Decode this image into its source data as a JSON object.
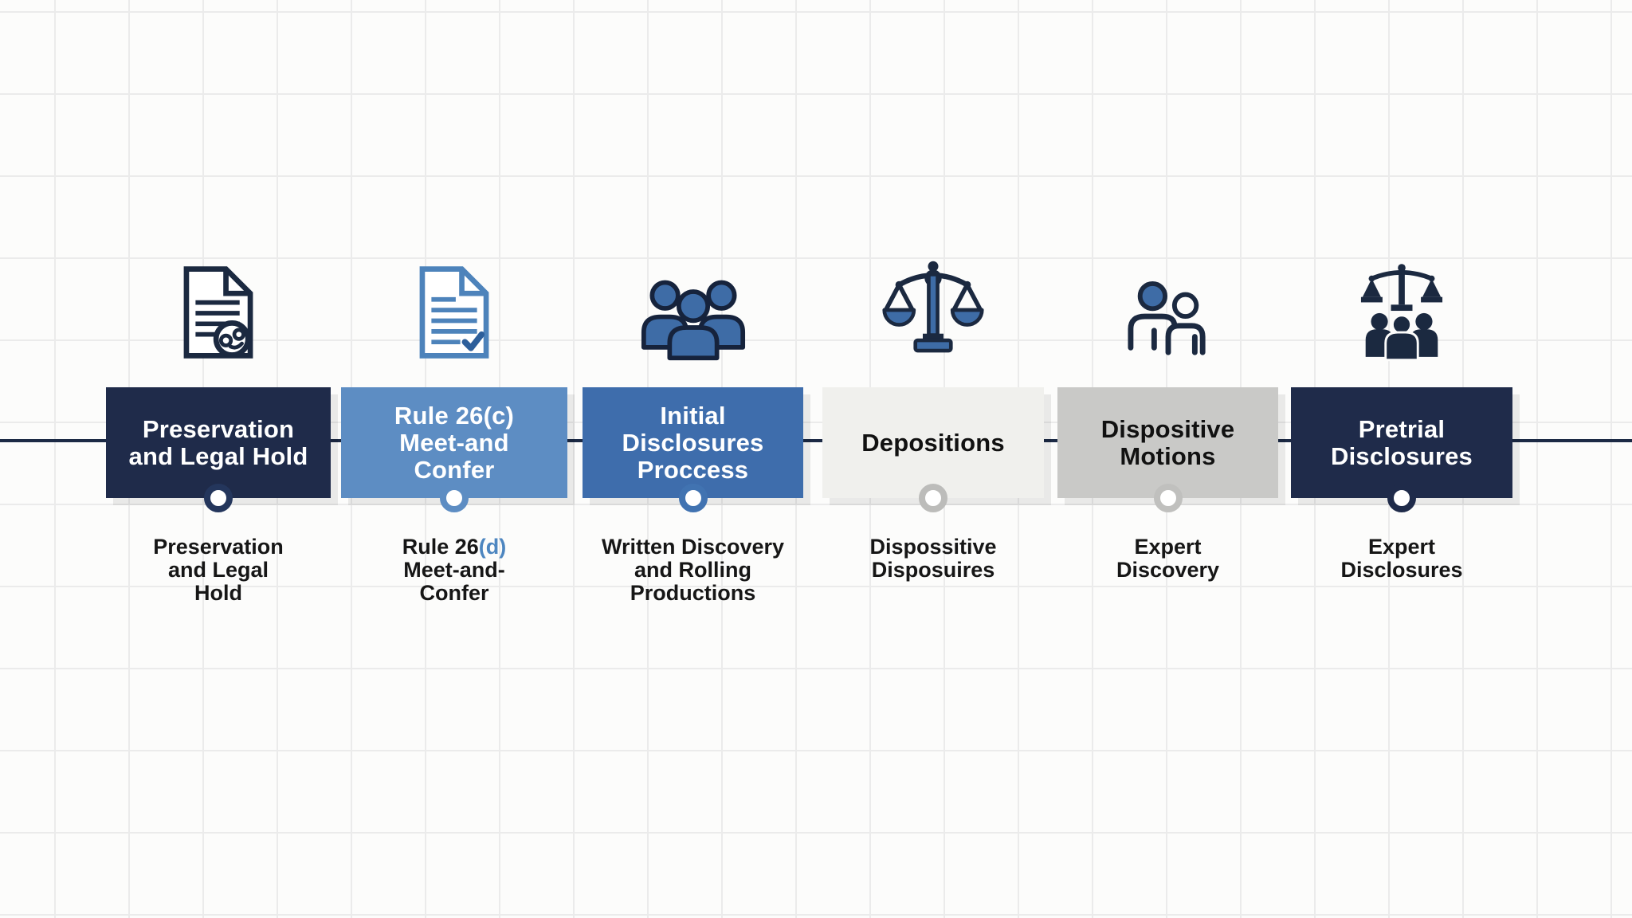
{
  "palette": {
    "background": "#fcfcfb",
    "grid_line": "#ebebeb",
    "timeline_line": "#1c2a45",
    "navy": "#1f2b48",
    "icon_navy": "#1b2940",
    "icon_blue": "#3e6ca6",
    "accent_blue": "#4d86c0",
    "caption_text": "#161616"
  },
  "stages": [
    {
      "name": "preservation-and-legal-hold",
      "icon": "document-seal-icon",
      "box": {
        "line1": "Preservation",
        "line2": "and Legal Hold",
        "line3": "",
        "bg": "#1f2b4a",
        "fg": "#ffffff"
      },
      "node_color": "#24365c",
      "caption": {
        "line1": "Preservation",
        "line2": "and Legal",
        "line3": "Hold"
      }
    },
    {
      "name": "rule-26c-meet-and-confer",
      "icon": "document-check-icon",
      "box": {
        "line1": "Rule 26(c)",
        "line2": "Meet-and",
        "line3": "Confer",
        "bg": "#5d8dc3",
        "fg": "#ffffff"
      },
      "node_color": "#5d8dc3",
      "caption": {
        "line1_pre": "Rule 26",
        "line1_accent": "(d)",
        "accent_color": "#4d86c0",
        "line2": "Meet-and-",
        "line3": "Confer"
      }
    },
    {
      "name": "initial-disclosures-process",
      "icon": "people-group-icon",
      "box": {
        "line1": "Initial",
        "line2": "Disclosures",
        "line3": "Proccess",
        "bg": "#3e6dac",
        "fg": "#ffffff"
      },
      "node_color": "#4173b1",
      "caption": {
        "line1": "Written Discovery",
        "line2": "and Rolling",
        "line3": "Productions"
      }
    },
    {
      "name": "depositions",
      "icon": "scales-icon",
      "box": {
        "line1": "Depositions",
        "line2": "",
        "line3": "",
        "bg": "#f0f0ed",
        "fg": "#111111"
      },
      "node_color": "#bcbcba",
      "caption": {
        "line1": "Dispossitive",
        "line2": "Disposuires",
        "line3": ""
      }
    },
    {
      "name": "dispositive-motions",
      "icon": "two-people-icon",
      "box": {
        "line1": "Dispositive",
        "line2": "Motions",
        "line3": "",
        "bg": "#c9c9c7",
        "fg": "#111111"
      },
      "node_color": "#c0c0be",
      "caption": {
        "line1": "Expert",
        "line2": "Discovery",
        "line3": ""
      }
    },
    {
      "name": "pretrial-disclosures",
      "icon": "scales-people-icon",
      "box": {
        "line1": "Pretrial",
        "line2": "Disclosures",
        "line3": "",
        "bg": "#1f2b4a",
        "fg": "#ffffff"
      },
      "node_color": "#1f2b4a",
      "caption": {
        "line1": "Expert",
        "line2": "Disclosures",
        "line3": ""
      }
    }
  ]
}
